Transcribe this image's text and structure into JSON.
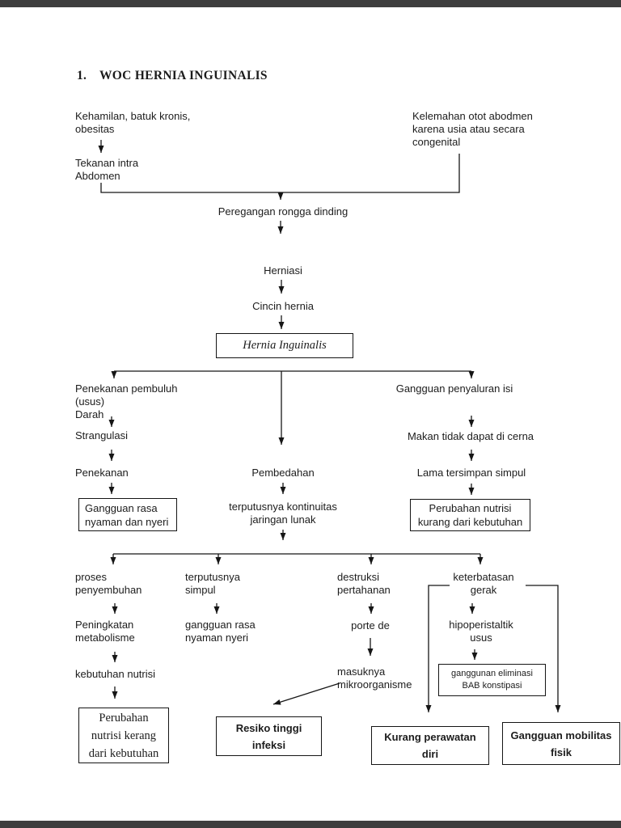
{
  "page": {
    "background": "#ffffff",
    "edge_bar_color": "#3e3e3e",
    "text_color": "#1c1c1c",
    "line_color": "#161616"
  },
  "title": {
    "number": "1.",
    "text": "WOC HERNIA INGUINALIS"
  },
  "nodes": {
    "kehamilan": "Kehamilan, batuk kronis,\nobesitas",
    "kelemahan": "Kelemahan otot abodmen\nkarena usia atau secara\ncongenital",
    "tekanan_intra": "Tekanan intra\nAbdomen",
    "peregangan": "Peregangan rongga dinding",
    "herniasi": "Herniasi",
    "cincin_hernia": "Cincin hernia",
    "hernia_inguinalis": "Hernia Inguinalis",
    "penekanan_pembuluh": "Penekanan pembuluh\n(usus)\nDarah",
    "strangulasi": "Strangulasi",
    "penekanan": "Penekanan",
    "gangguan_rasa_nyaman_dan_nyeri": "Gangguan rasa\nnyaman dan nyeri",
    "pembedahan": "Pembedahan",
    "terputusnya_kontinuitas": "terputusnya kontinuitas\njaringan lunak",
    "gangguan_penyaluran": "Gangguan penyaluran isi",
    "makan_tidak_dapat": "Makan tidak dapat di cerna",
    "lama_tersimpan": "Lama tersimpan simpul",
    "perubahan_nutrisi_kurang": "Perubahan nutrisi\nkurang dari kebutuhan",
    "proses_penyembuhan": "proses\npenyembuhan",
    "terputusnya_simpul": "terputusnya\nsimpul",
    "destruksi_pertahanan": "destruksi\npertahanan",
    "keterbatasan_gerak": "keterbatasan\ngerak",
    "peningkatan_metabolisme": "Peningkatan\nmetabolisme",
    "gangguan_rasa_nyaman_nyeri": "gangguan rasa\nnyaman nyeri",
    "porte_de": "porte de",
    "hipoperistaltik_usus": "hipoperistaltik\nusus",
    "kebutuhan_nutrisi": "kebutuhan nutrisi",
    "masuknya_mikroorganisme": "masuknya\nmikroorganisme",
    "ganggunan_eliminasi": "ganggunan eliminasi\nBAB konstipasi",
    "perubahan_nutrisi_kerang": "Perubahan\nnutrisi kerang\ndari kebutuhan",
    "resiko_tinggi_infeksi": "Resiko tinggi\ninfeksi",
    "kurang_perawatan_diri": "Kurang perawatan\ndiri",
    "gangguan_mobilitas_fisik": "Gangguan mobilitas\nfisik"
  }
}
